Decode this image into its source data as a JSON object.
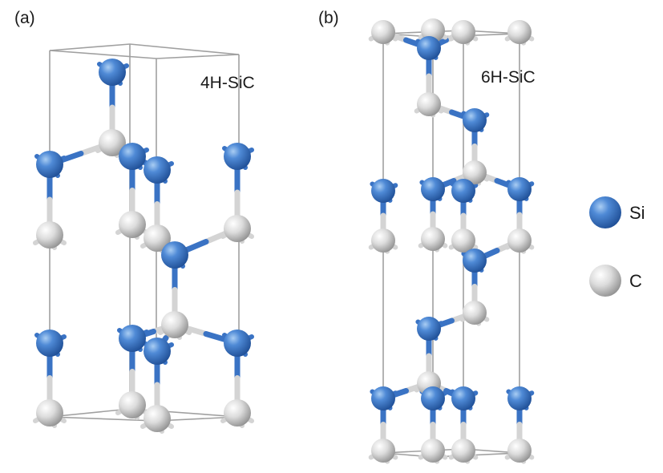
{
  "panels": {
    "a": {
      "tag": "(a)",
      "title": "4H-SiC"
    },
    "b": {
      "tag": "(b)",
      "title": "6H-SiC"
    }
  },
  "legend": {
    "si": {
      "label": "Si",
      "color": "#3a73c4"
    },
    "c": {
      "label": "C",
      "color": "#d9d9d9"
    }
  },
  "colors": {
    "si": "#3a73c4",
    "c": "#d9d9d9",
    "cell_edge": "#a0a0a0",
    "bond_si": "#3a73c4",
    "bond_c": "#d4d4d4"
  }
}
